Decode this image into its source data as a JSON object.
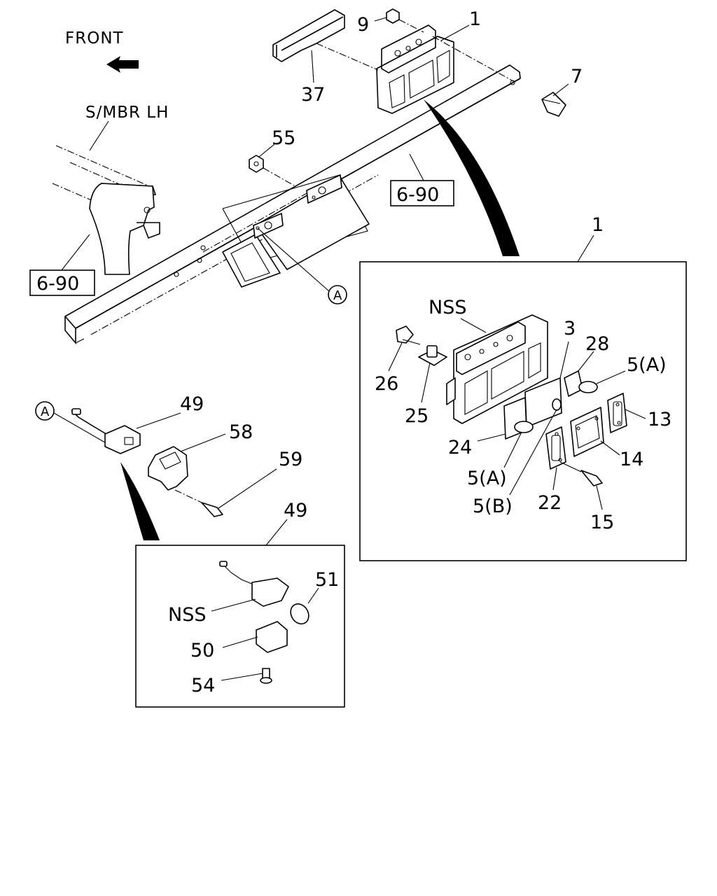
{
  "orientation": {
    "front": "FRONT"
  },
  "member_label": "S/MBR LH",
  "references": {
    "ref_a": "6-90",
    "ref_b": "6-90"
  },
  "circle_ref": "A",
  "callouts": {
    "p1_top": "1",
    "p9": "9",
    "p37": "37",
    "p7": "7",
    "p55": "55",
    "p1_box": "1",
    "nss_a": "NSS",
    "p3": "3",
    "p28": "28",
    "p5a_a": "5(A)",
    "p26": "26",
    "p25": "25",
    "p13": "13",
    "p24": "24",
    "p14": "14",
    "p5a_b": "5(A)",
    "p5b": "5(B)",
    "p22": "22",
    "p15": "15",
    "p49_a": "49",
    "p58": "58",
    "p59": "59",
    "p49_b": "49",
    "p51": "51",
    "nss_b": "NSS",
    "p50": "50",
    "p54": "54"
  }
}
